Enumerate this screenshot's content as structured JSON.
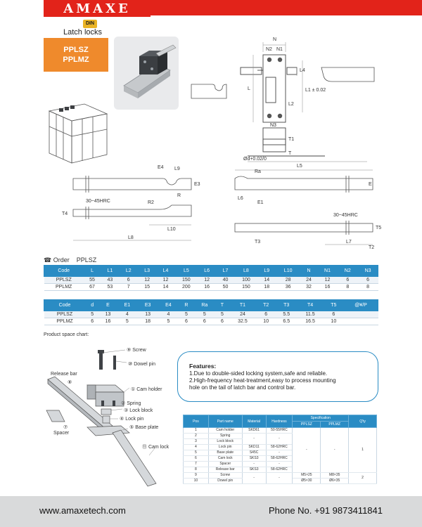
{
  "header": {
    "logo": "AMAXE",
    "din_badge": "DIN",
    "title": "Latch locks"
  },
  "product_codes": [
    "PPLSZ",
    "PPLMZ"
  ],
  "drawing_labels": {
    "top": [
      "N",
      "N2",
      "N1",
      "L4",
      "L",
      "L1 ± 0.02",
      "L2",
      "N3",
      "T1",
      "T",
      "Ød+0.02/0",
      "L5"
    ],
    "bottom": [
      "E4",
      "L9",
      "E3",
      "R",
      "30~45HRC",
      "R2",
      "T4",
      "L10",
      "L8",
      "Ra",
      "E",
      "L6",
      "E1",
      "30~45HRC",
      "T5",
      "T3",
      "L7",
      "T2"
    ]
  },
  "order": {
    "label": "Order",
    "code": "PPLSZ"
  },
  "table1": {
    "headers": [
      "Code",
      "L",
      "L1",
      "L2",
      "L3",
      "L4",
      "L5",
      "L6",
      "L7",
      "L8",
      "L9",
      "L10",
      "N",
      "N1",
      "N2",
      "N3"
    ],
    "rows": [
      [
        "PPLSZ",
        "55",
        "43",
        "6",
        "12",
        "12",
        "150",
        "12",
        "40",
        "100",
        "14",
        "28",
        "24",
        "12",
        "6",
        "6"
      ],
      [
        "PPLMZ",
        "67",
        "53",
        "7",
        "15",
        "14",
        "200",
        "16",
        "50",
        "150",
        "18",
        "36",
        "32",
        "16",
        "8",
        "8"
      ]
    ]
  },
  "table2": {
    "headers": [
      "Code",
      "d",
      "E",
      "E1",
      "E3",
      "E4",
      "R",
      "Ra",
      "T",
      "T1",
      "T2",
      "T3",
      "T4",
      "T5",
      "@¥/P"
    ],
    "rows": [
      [
        "PPLSZ",
        "5",
        "13",
        "4",
        "13",
        "4",
        "5",
        "5",
        "5",
        "24",
        "6",
        "5.5",
        "11.5",
        "6",
        ""
      ],
      [
        "PPLMZ",
        "6",
        "16",
        "5",
        "18",
        "5",
        "6",
        "6",
        "6",
        "32.5",
        "10",
        "6.5",
        "16.5",
        "10",
        ""
      ]
    ]
  },
  "product_space_chart": "Product space chart:",
  "exploded": {
    "screw": "⑨ Screw",
    "dowel": "⑩ Dowel pin",
    "release_bar": "Release bar",
    "release_num": "⑧",
    "cam_holder": "① Cam holder",
    "spring": "② Spring",
    "lock_block": "③ Lock block",
    "lock_pin": "④ Lock pin",
    "base_plate": "⑤ Base plate",
    "spacer_num": "⑦",
    "spacer": "Spacer",
    "cam_lock": "⑪ Cam lock"
  },
  "features": {
    "title": "Features:",
    "line1": "1.Due to double-sided locking system,safe and reliable.",
    "line2": "2.High-frequency heat-treatment,easy to process mounting",
    "line3": "hole on the tail of latch bar and control bar."
  },
  "parts_table": {
    "headers": {
      "pos": "Pos",
      "name": "Part name",
      "material": "Material",
      "hardness": "Hardness",
      "spec": "Specification",
      "pplsz": "PPLSZ",
      "pplmz": "PPLMZ",
      "qty": "Q'ty"
    },
    "rows": [
      {
        "pos": "1",
        "name": "Cam holder",
        "material": "SKD61",
        "hardness": "50-55HRC"
      },
      {
        "pos": "2",
        "name": "Spring",
        "material": "-",
        "hardness": "-"
      },
      {
        "pos": "3",
        "name": "Lock block",
        "material": "",
        "hardness": ""
      },
      {
        "pos": "4",
        "name": "Lock pin",
        "material": "SKD11",
        "hardness": "58-62HRC"
      },
      {
        "pos": "5",
        "name": "Base plate",
        "material": "S45C",
        "hardness": "-"
      },
      {
        "pos": "6",
        "name": "Cam lock",
        "material": "SKS3",
        "hardness": "58-62HRC"
      },
      {
        "pos": "7",
        "name": "Spacer",
        "material": "-",
        "hardness": "-"
      },
      {
        "pos": "8",
        "name": "Release bar",
        "material": "SKS3",
        "hardness": "58-62HRC"
      },
      {
        "pos": "9",
        "name": "Screw",
        "material": "",
        "hardness": ""
      },
      {
        "pos": "10",
        "name": "Dowel pin",
        "material": "",
        "hardness": ""
      }
    ],
    "merged": {
      "dash_mat": "-",
      "dash_hard": "-",
      "spec_dash1": "-",
      "spec_dash2": "-",
      "qty1": "1",
      "qty2": "2",
      "screw_pplsz": "M5×25",
      "screw_pplmz": "M8×35",
      "dowel_pplsz": "Ø5×30",
      "dowel_pplmz": "Ø6×35"
    }
  },
  "footer": {
    "website": "www.amaxetech.com",
    "phone": "Phone No. +91 9873411841"
  },
  "colors": {
    "brand_red": "#e2231a",
    "orange": "#ef8a2c",
    "table_blue": "#2a8cc4",
    "din_yellow": "#e9b325"
  }
}
